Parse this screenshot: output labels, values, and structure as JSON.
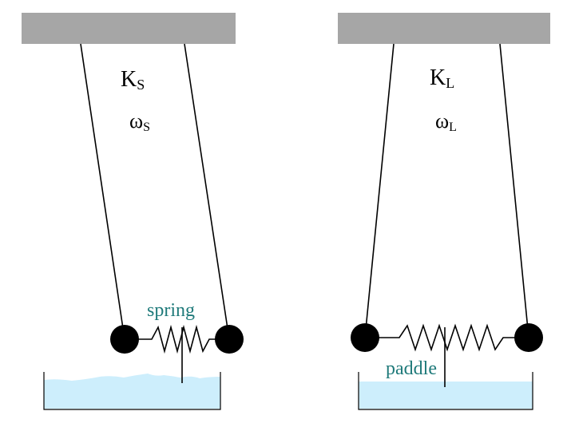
{
  "colors": {
    "ceiling": "#a6a6a6",
    "water": "#cdeefc",
    "mass": "#000000",
    "annotation": "#1f7a7a"
  },
  "left_pendulum": {
    "stiffness_label": "K",
    "stiffness_sub": "S",
    "freq_label": "ω",
    "freq_sub": "S",
    "coupler_label": "spring"
  },
  "right_pendulum": {
    "stiffness_label": "K",
    "stiffness_sub": "L",
    "freq_label": "ω",
    "freq_sub": "L",
    "coupler_label": "paddle"
  }
}
